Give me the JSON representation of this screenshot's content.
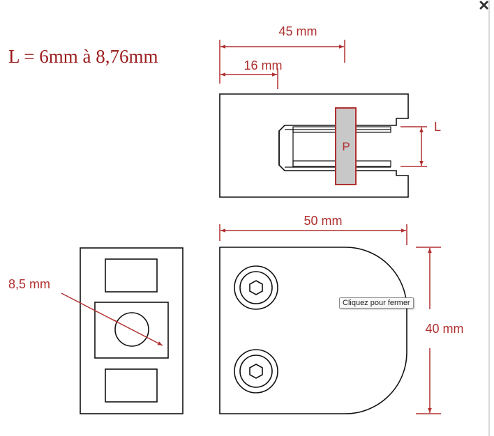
{
  "title": "L = 6mm à 8,76mm",
  "close_glyph": "×",
  "tooltip": "Cliquez pour fermer",
  "dims": {
    "d45": "45 mm",
    "d16": "16 mm",
    "dL": "L",
    "dP": "P",
    "d50": "50 mm",
    "d40": "40 mm",
    "d85": "8,5 mm"
  },
  "colors": {
    "dimension": "#b03030",
    "outline": "#111111",
    "accent_fill": "#c8c8c8",
    "title": "#9b1c1c"
  }
}
